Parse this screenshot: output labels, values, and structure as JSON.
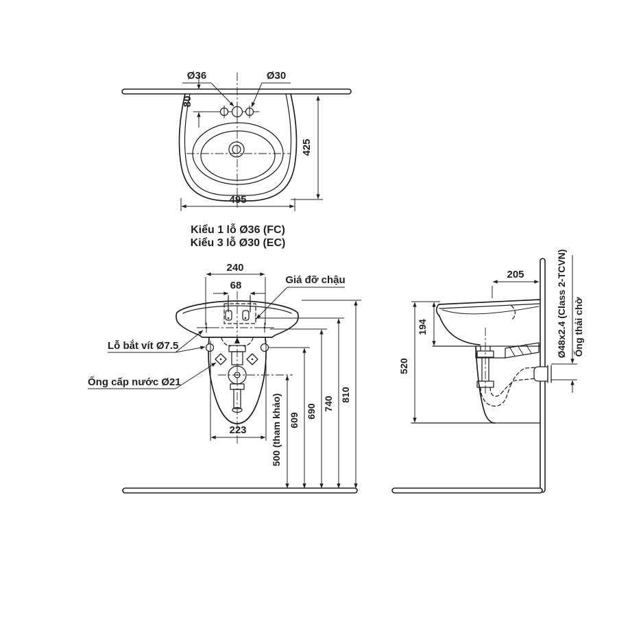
{
  "page": {
    "background": "#ffffff",
    "line_color": "#1f1f1f"
  },
  "top_view": {
    "label_hole_center": "Ø36",
    "label_hole_side": "Ø30",
    "dim_wall_to_holes": "80",
    "dim_depth": "425",
    "dim_width": "495",
    "caption_line1": "Kiểu 1 lỗ Ø36 (FC)",
    "caption_line2": "Kiểu 3 lỗ Ø30 (EC)"
  },
  "front_view": {
    "dim_mount_holes_span": "240",
    "dim_bracket_studs_span": "68",
    "label_bracket": "Giá đỡ chậu",
    "label_screw_hole": "Lỗ bắt vít Ø7.5",
    "label_supply_pipe": "Ống cấp nước Ø21",
    "dim_pedestal_width": "223",
    "dim_height_supply": "500 (tham khảo)",
    "dim_height_screw": "609",
    "dim_height_mount": "690",
    "dim_height_bracket": "740",
    "dim_height_rim": "810"
  },
  "side_view": {
    "dim_front_to_wall": "205",
    "dim_rim_to_underside": "194",
    "dim_bottom_to_rim": "520",
    "label_drain_pipe_spec": "Ø48x2.4 (Class 2-TCVN)",
    "label_waste_outlet": "Ống thải chờ"
  }
}
